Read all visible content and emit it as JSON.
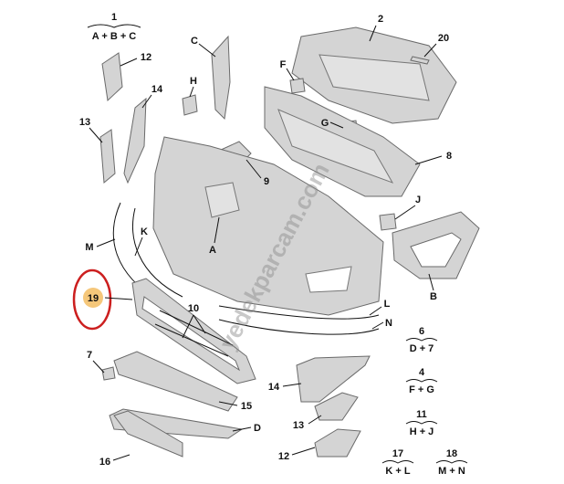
{
  "watermark": "yedekparcam.com",
  "groups": [
    {
      "number": "1",
      "formula": "A + B + C"
    },
    {
      "number": "6",
      "formula": "D + 7"
    },
    {
      "number": "4",
      "formula": "F + G"
    },
    {
      "number": "11",
      "formula": "H + J"
    },
    {
      "number": "17",
      "formula": "K + L"
    },
    {
      "number": "18",
      "formula": "M + N"
    }
  ],
  "labels": {
    "p2": "2",
    "p20": "20",
    "pC": "C",
    "p12a": "12",
    "pF": "F",
    "pH": "H",
    "p14a": "14",
    "pG": "G",
    "p13a": "13",
    "p8": "8",
    "p9": "9",
    "pJ": "J",
    "pK": "K",
    "pM": "M",
    "pA": "A",
    "p19": "19",
    "pB": "B",
    "pL": "L",
    "p10": "10",
    "pN": "N",
    "p7": "7",
    "p14b": "14",
    "p15": "15",
    "p13b": "13",
    "pD": "D",
    "p12b": "12",
    "p16": "16"
  },
  "highlight": {
    "part": "19",
    "ring_color": "#cc1f1f",
    "fill_color": "#f5c77a"
  }
}
